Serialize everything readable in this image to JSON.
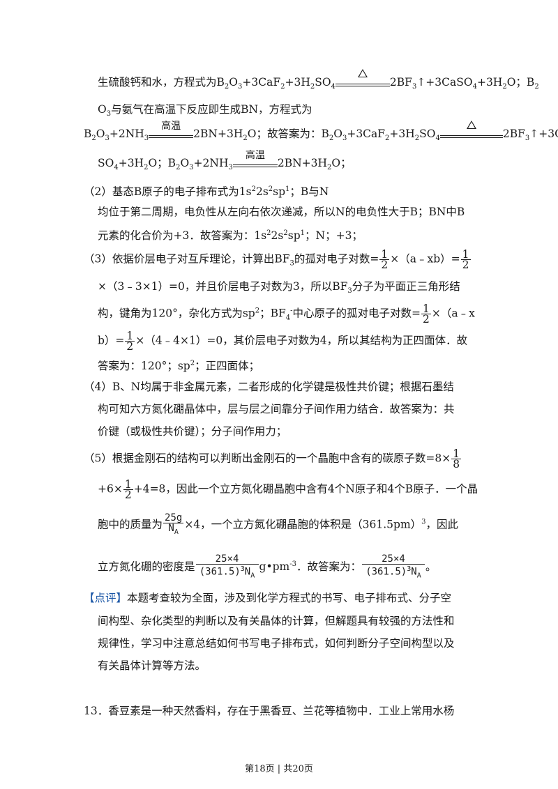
{
  "lines": {
    "l1a": "生硫酸钙和水，方程式为B",
    "l2": "与氨气在高温下反应即生成BN，方程式为",
    "l3b": "；故答案为：B",
    "cond_heat": "△",
    "cond_high": "高温",
    "q2_1": "（2）基态B原子的电子排布式为1s",
    "q2_1b": "；B与N",
    "q2_2": "均位于第二周期，电负性从左向右依次递减，所以N的电负性大于B；BN中B",
    "q2_3": "元素的化合价为+3．故答案为：1s",
    "q2_3b": "；N；+3；",
    "q3_1": "（3）依据价层电子对互斥理论，计算出BF",
    "q3_1b": "的孤对电子对数=",
    "q3_1c": "×（a﹣xb）=",
    "q3_2": "×（3﹣3×1）=0，并且价层电子对数为3，所以BF",
    "q3_2b": "分子为平面正三角形结",
    "q3_3": "构，键角为120°，杂化方式为sp",
    "q3_3b": "；BF",
    "q3_3c": "中心原子的孤对电子对数=",
    "q3_3d": "×（a﹣x",
    "q3_4": "b）=",
    "q3_4b": "×（4﹣4×1）=0，其价层电子对数为4，所以其结构为正四面体．故",
    "q3_5": "答案为：120°；sp",
    "q3_5b": "；正四面体；",
    "q4_1": "（4）B、N均属于非金属元素，二者形成的化学键是极性共价键；根据石墨结",
    "q4_2": "构可知六方氮化硼晶体中，层与层之间靠分子间作用力结合．故答案为：共",
    "q4_3": "价键（或极性共价键）；分子间作用力；",
    "q5_1": "（5）根据金刚石的结构可以判断出金刚石的一个晶胞中含有的碳原子数=8×",
    "q5_2": "+6×",
    "q5_2b": "+4=8，因此一个立方氮化硼晶胞中含有4个N原子和4个B原子．一个晶",
    "q5_3": "胞中的质量为",
    "q5_3b": "×4，一个立方氮化硼晶胞的体积是（361.5pm）",
    "q5_3c": "，因此",
    "q5_4": "立方氮化硼的密度是",
    "q5_4b": "g•pm",
    "q5_4c": "．故答案为：",
    "q5_4d": "。",
    "comment_tag": "【点评】",
    "comment_1": "本题考查较为全面，涉及到化学方程式的书写、电子排布式、分子空",
    "comment_2": "间构型、杂化类型的判断以及有关晶体的计算，但解题具有较强的方法性和",
    "comment_3": "规律性，学习中注意总结如何书写电子排布式，如何判断分子空间构型以及",
    "comment_4": "有关晶体计算等方法。",
    "q13": "13．香豆素是一种天然香料，存在于黑香豆、兰花等植物中．工业上常用水杨"
  },
  "fractions": {
    "half_n": "1",
    "half_d": "2",
    "eighth_n": "1",
    "eighth_d": "8",
    "mass_n": "25g",
    "mass_d": "N",
    "rho_n": "25×4",
    "rho_d": "(361.5)"
  },
  "footer": {
    "page": "第18页",
    "sep": "|",
    "total": "共20页"
  }
}
